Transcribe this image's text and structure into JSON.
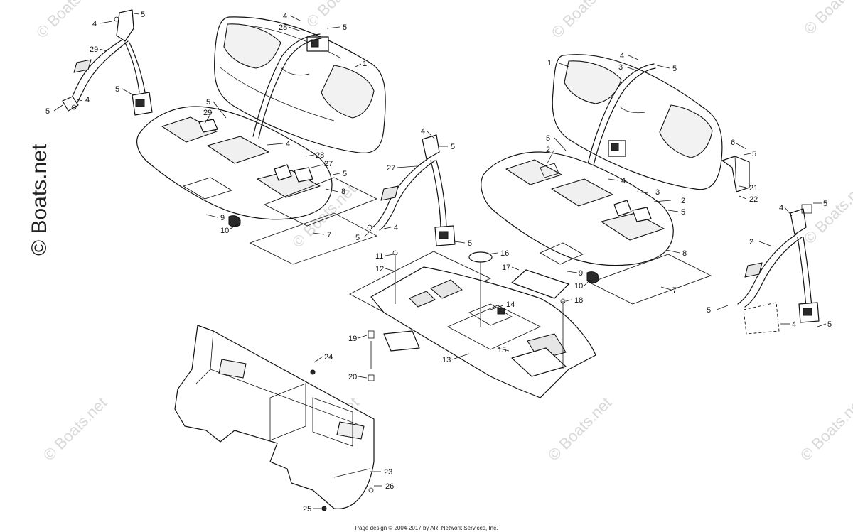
{
  "watermark": {
    "text": "© Boats.net",
    "color": "#d8d8d8",
    "main_color": "#222222"
  },
  "footer": {
    "text": "Page design © 2004-2017 by ARI Network Services, Inc."
  },
  "callouts": [
    {
      "id": "c-5a",
      "label": "5"
    },
    {
      "id": "c-4a",
      "label": "4"
    },
    {
      "id": "c-29a",
      "label": "29"
    },
    {
      "id": "c-5b",
      "label": "5"
    },
    {
      "id": "c-4b",
      "label": "4"
    },
    {
      "id": "c-5c",
      "label": "5"
    },
    {
      "id": "c-4c",
      "label": "4"
    },
    {
      "id": "c-28a",
      "label": "28"
    },
    {
      "id": "c-5d",
      "label": "5"
    },
    {
      "id": "c-1a",
      "label": "1"
    },
    {
      "id": "c-5e",
      "label": "5"
    },
    {
      "id": "c-29b",
      "label": "29"
    },
    {
      "id": "c-4d",
      "label": "4"
    },
    {
      "id": "c-28b",
      "label": "28"
    },
    {
      "id": "c-27a",
      "label": "27"
    },
    {
      "id": "c-5f",
      "label": "5"
    },
    {
      "id": "c-8a",
      "label": "8"
    },
    {
      "id": "c-9a",
      "label": "9"
    },
    {
      "id": "c-10a",
      "label": "10"
    },
    {
      "id": "c-7a",
      "label": "7"
    },
    {
      "id": "c-4e",
      "label": "4"
    },
    {
      "id": "c-5g",
      "label": "5"
    },
    {
      "id": "c-27b",
      "label": "27"
    },
    {
      "id": "c-5h",
      "label": "5"
    },
    {
      "id": "c-4f",
      "label": "4"
    },
    {
      "id": "c-5i",
      "label": "5"
    },
    {
      "id": "c-11",
      "label": "11"
    },
    {
      "id": "c-12",
      "label": "12"
    },
    {
      "id": "c-16",
      "label": "16"
    },
    {
      "id": "c-17",
      "label": "17"
    },
    {
      "id": "c-18",
      "label": "18"
    },
    {
      "id": "c-14",
      "label": "14"
    },
    {
      "id": "c-15",
      "label": "15"
    },
    {
      "id": "c-13",
      "label": "13"
    },
    {
      "id": "c-19",
      "label": "19"
    },
    {
      "id": "c-20",
      "label": "20"
    },
    {
      "id": "c-24",
      "label": "24"
    },
    {
      "id": "c-23",
      "label": "23"
    },
    {
      "id": "c-26",
      "label": "26"
    },
    {
      "id": "c-25",
      "label": "25"
    },
    {
      "id": "c-4g",
      "label": "4"
    },
    {
      "id": "c-1b",
      "label": "1"
    },
    {
      "id": "c-3a",
      "label": "3"
    },
    {
      "id": "c-5j",
      "label": "5"
    },
    {
      "id": "c-5k",
      "label": "5"
    },
    {
      "id": "c-2a",
      "label": "2"
    },
    {
      "id": "c-4h",
      "label": "4"
    },
    {
      "id": "c-6",
      "label": "6"
    },
    {
      "id": "c-5l",
      "label": "5"
    },
    {
      "id": "c-21",
      "label": "21"
    },
    {
      "id": "c-22",
      "label": "22"
    },
    {
      "id": "c-3b",
      "label": "3"
    },
    {
      "id": "c-2b",
      "label": "2"
    },
    {
      "id": "c-5m",
      "label": "5"
    },
    {
      "id": "c-8b",
      "label": "8"
    },
    {
      "id": "c-9b",
      "label": "9"
    },
    {
      "id": "c-10b",
      "label": "10"
    },
    {
      "id": "c-7b",
      "label": "7"
    },
    {
      "id": "c-4i",
      "label": "4"
    },
    {
      "id": "c-5n",
      "label": "5"
    },
    {
      "id": "c-2c",
      "label": "2"
    },
    {
      "id": "c-5o",
      "label": "5"
    },
    {
      "id": "c-4j",
      "label": "4"
    },
    {
      "id": "c-5p",
      "label": "5"
    }
  ]
}
